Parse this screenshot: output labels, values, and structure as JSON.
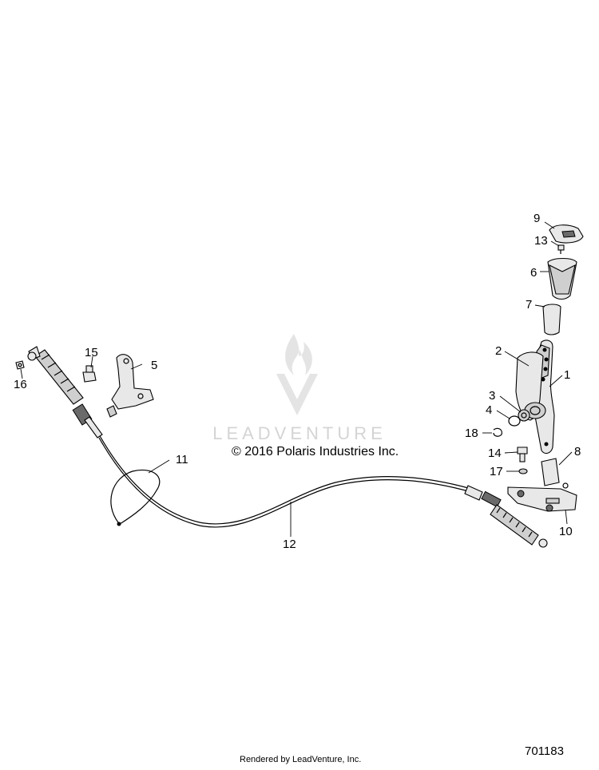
{
  "watermark": {
    "brand": "LEADVENTURE"
  },
  "copyright": "© 2016 Polaris Industries Inc.",
  "footer": {
    "rendered_by": "Rendered by LeadVenture, Inc.",
    "diagram_number": "701183"
  },
  "callouts": [
    "1",
    "2",
    "3",
    "4",
    "5",
    "6",
    "7",
    "8",
    "9",
    "10",
    "11",
    "12",
    "13",
    "14",
    "15",
    "16",
    "17",
    "18"
  ]
}
